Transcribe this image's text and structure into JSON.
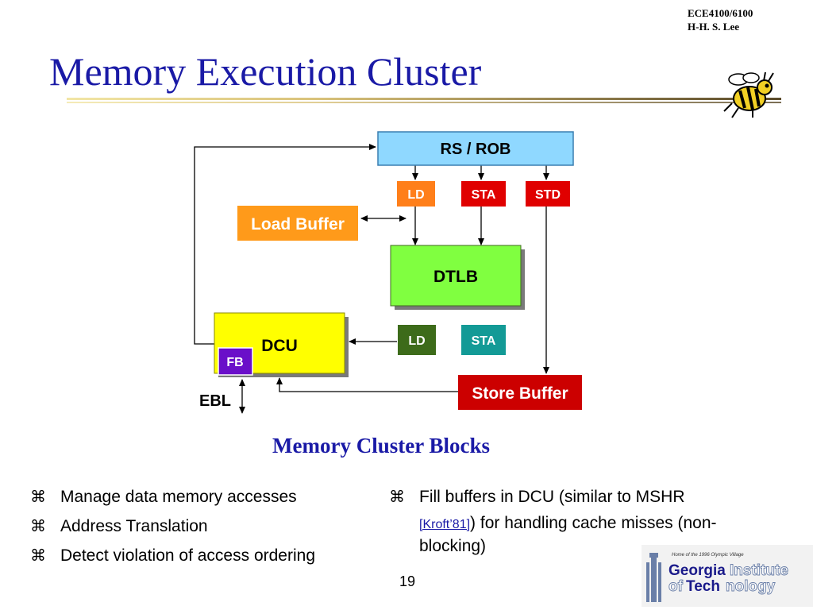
{
  "header": {
    "course_line1": "ECE4100/6100",
    "course_line2": "H-H. S. Lee"
  },
  "slide": {
    "title": "Memory Execution Cluster",
    "page_number": "19"
  },
  "diagram": {
    "rs_rob": "RS / ROB",
    "ld_top": "LD",
    "sta_top": "STA",
    "std_top": "STD",
    "load_buffer": "Load Buffer",
    "dtlb": "DTLB",
    "dcu": "DCU",
    "fb": "FB",
    "ld_bottom": "LD",
    "sta_bottom": "STA",
    "store_buffer": "Store Buffer",
    "ebl": "EBL",
    "caption": "Memory Cluster Blocks",
    "colors": {
      "rs_rob": "#8fd8ff",
      "ld_top": "#ff7f1a",
      "sta_std": "#e00000",
      "load_buffer": "#ff9a1a",
      "dtlb": "#80ff40",
      "dcu": "#ffff00",
      "fb": "#6a0fc9",
      "ld_bottom": "#3d6b1a",
      "sta_bottom": "#139a96",
      "store_buffer": "#cc0000"
    }
  },
  "bullets_left": [
    "Manage data memory accesses",
    "Address Translation",
    "Detect violation of access ordering"
  ],
  "bullets_right": {
    "line1": "Fill buffers in DCU (similar to MSHR",
    "cite": "[Kroft’81]",
    "line2_rest": ") for handling cache misses (non-",
    "line3": "blocking)"
  },
  "bullet_symbol": "⌘",
  "logo": {
    "tagline": "Home of the 1996 Olympic Village",
    "word1": "Georgia",
    "word2": "Institute",
    "word3": "of",
    "word4": "Tech",
    "word5": "nology"
  }
}
